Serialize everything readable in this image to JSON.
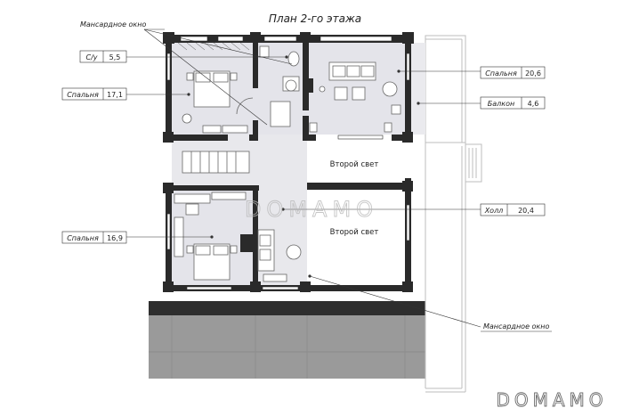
{
  "title": "План 2-го этажа",
  "watermark": "DOMAMO",
  "watermark_corner": "DOMAMO",
  "callouts": {
    "dormer_top": "Мансардное окно",
    "dormer_bottom": "Мансардное окно"
  },
  "rooms": {
    "bathroom": {
      "name": "С/у",
      "area": "5,5"
    },
    "bedroom_top_left": {
      "name": "Спальня",
      "area": "17,1"
    },
    "bedroom_right": {
      "name": "Спальня",
      "area": "20,6"
    },
    "balcony": {
      "name": "Балкон",
      "area": "4,6"
    },
    "hall": {
      "name": "Холл",
      "area": "20,4"
    },
    "bedroom_bottom_left": {
      "name": "Спальня",
      "area": "16,9"
    }
  },
  "second_light": {
    "upper": "Второй свет",
    "lower": "Второй свет"
  }
}
